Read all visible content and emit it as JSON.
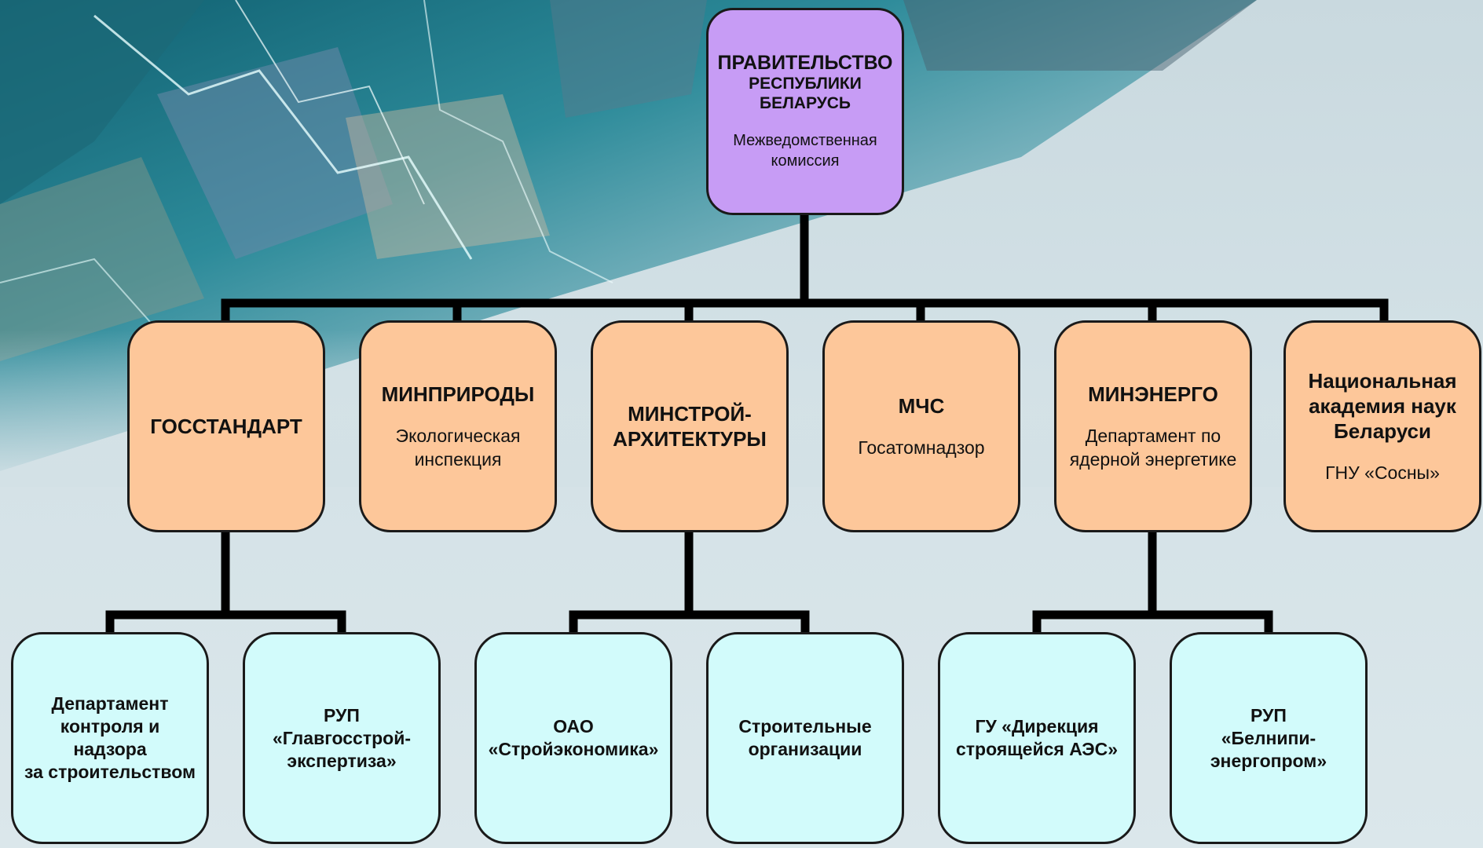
{
  "government": {
    "title": "ПРАВИТЕЛЬСТВО",
    "subtitle": "РЕСПУБЛИКИ\nБЕЛАРУСЬ",
    "desc": "Межведомственная\nкомиссия"
  },
  "agencies": [
    {
      "title": "ГОССТАНДАРТ",
      "desc": ""
    },
    {
      "title": "МИНПРИРОДЫ",
      "desc": "Экологическая\nинспекция"
    },
    {
      "title": "МИНСТРОЙ-\nАРХИТЕКТУРЫ",
      "desc": ""
    },
    {
      "title": "МЧС",
      "desc": "Госатомнадзор"
    },
    {
      "title": "МИНЭНЕРГО",
      "desc": "Департамент по\nядерной энергетике"
    },
    {
      "title": "Национальная\nакадемия  наук\nБеларуси",
      "desc": "ГНУ «Сосны»"
    }
  ],
  "subunits": [
    {
      "title": "Департамент\nконтроля и надзора\nза строительством"
    },
    {
      "title": "РУП\n«Главгосстрой-\nэкспертиза»"
    },
    {
      "title": "ОАО\n«Стройэкономика»"
    },
    {
      "title": "Строительные\nорганизации"
    },
    {
      "title": "ГУ «Дирекция\nстроящейся АЭС»"
    },
    {
      "title": "РУП\n«Белнипи-\nэнергопром»"
    }
  ],
  "colors": {
    "government_fill": "#c79cf5",
    "agency_fill": "#fdc79a",
    "subunit_fill": "#d2fbfb",
    "connector": "#000000"
  }
}
